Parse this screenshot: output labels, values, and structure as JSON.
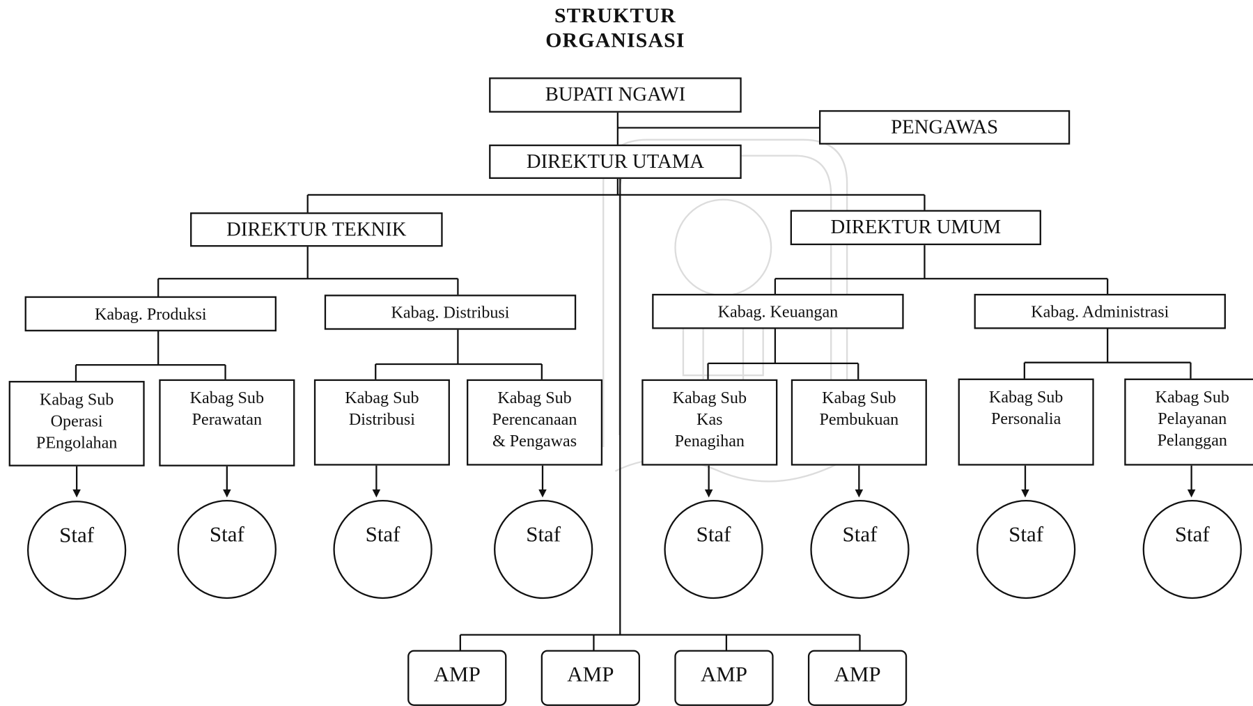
{
  "title_line1": "STRUKTUR",
  "title_line2": "ORGANISASI",
  "top": {
    "bupati": "BUPATI NGAWI",
    "pengawas": "PENGAWAS",
    "direktur_utama": "DIREKTUR UTAMA"
  },
  "directors": {
    "teknik": "DIREKTUR TEKNIK",
    "umum": "DIREKTUR UMUM"
  },
  "kabag": {
    "produksi": "Kabag. Produksi",
    "distribusi": "Kabag. Distribusi",
    "keuangan": "Kabag. Keuangan",
    "administrasi": "Kabag. Administrasi"
  },
  "subs": [
    "Kabag Sub\nOperasi\nPEngolahan",
    "Kabag Sub\nPerawatan",
    "Kabag Sub\nDistribusi",
    "Kabag Sub\nPerencanaan\n& Pengawas",
    "Kabag Sub\nKas\nPenagihan",
    "Kabag Sub\nPembukuan",
    "Kabag Sub\nPersonalia",
    "Kabag Sub\nPelayanan\nPelanggan"
  ],
  "staf": [
    "Staf",
    "Staf",
    "Staf",
    "Staf",
    "Staf",
    "Staf",
    "Staf",
    "Staf"
  ],
  "amp": [
    "AMP",
    "AMP",
    "AMP",
    "AMP"
  ],
  "colors": {
    "ink": "#111111",
    "watermark": "#cfcfcf"
  }
}
